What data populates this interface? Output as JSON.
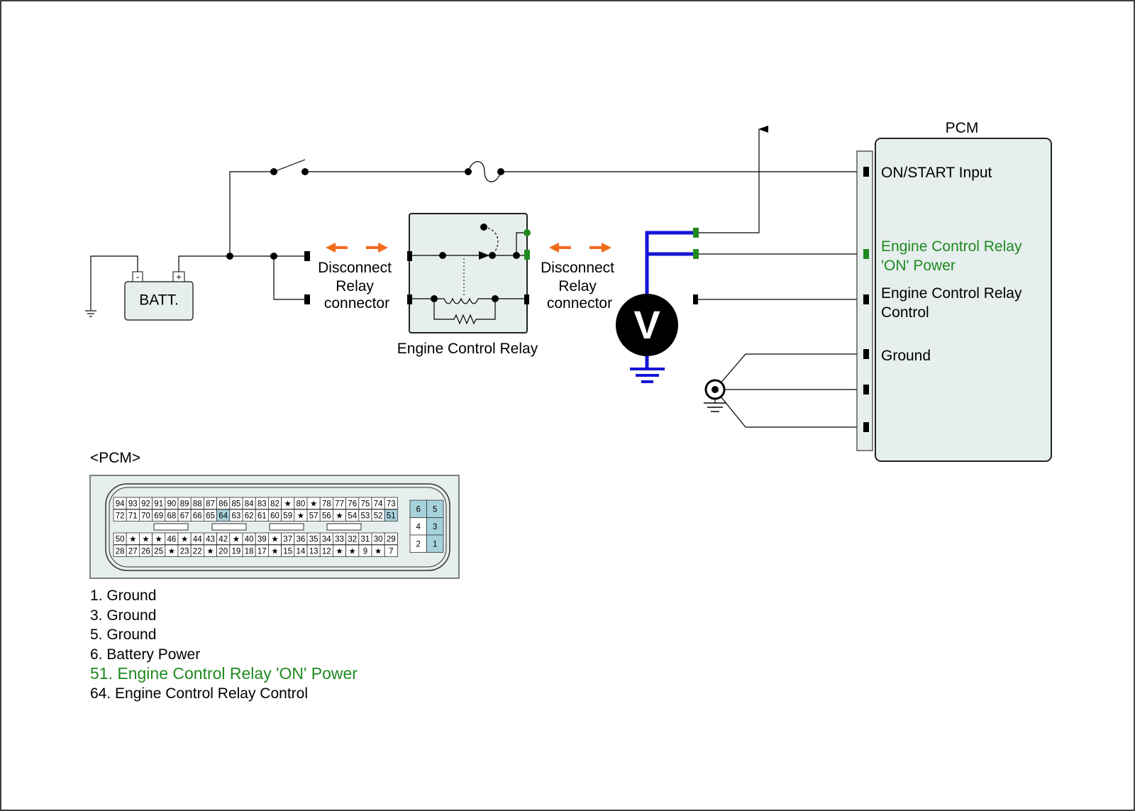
{
  "colors": {
    "highlight_green": "#1f8a1f",
    "probe_blue": "#1414d6",
    "arrow_orange": "#f26a1b",
    "box_fill": "#e6eeee",
    "pin_highlight": "#a6d2dc"
  },
  "battery": {
    "label": "BATT.",
    "neg": "-",
    "pos": "+"
  },
  "left_connector": {
    "label": [
      "Disconnect",
      "Relay",
      "connector"
    ]
  },
  "right_connector": {
    "label": [
      "Disconnect",
      "Relay",
      "connector"
    ]
  },
  "relay": {
    "label": "Engine Control Relay"
  },
  "voltmeter": {
    "label": "V"
  },
  "pcm_module": {
    "title": "PCM",
    "terminals": {
      "on_start": "ON/START Input",
      "relay_on_power": [
        "Engine Control Relay",
        "'ON' Power"
      ],
      "relay_control": [
        "Engine Control Relay",
        "Control"
      ],
      "ground": "Ground"
    }
  },
  "connector_view": {
    "title": "<PCM>",
    "main_rows": [
      [
        "94",
        "93",
        "92",
        "91",
        "90",
        "89",
        "88",
        "87",
        "86",
        "85",
        "84",
        "83",
        "82",
        "★",
        "80",
        "★",
        "78",
        "77",
        "76",
        "75",
        "74",
        "73"
      ],
      [
        "72",
        "71",
        "70",
        "69",
        "68",
        "67",
        "66",
        "65",
        "64",
        "63",
        "62",
        "61",
        "60",
        "59",
        "★",
        "57",
        "56",
        "★",
        "54",
        "53",
        "52",
        "51"
      ],
      [
        "50",
        "★",
        "★",
        "★",
        "46",
        "★",
        "44",
        "43",
        "42",
        "★",
        "40",
        "39",
        "★",
        "37",
        "36",
        "35",
        "34",
        "33",
        "32",
        "31",
        "30",
        "29"
      ],
      [
        "28",
        "27",
        "26",
        "25",
        "★",
        "23",
        "22",
        "★",
        "20",
        "19",
        "18",
        "17",
        "★",
        "15",
        "14",
        "13",
        "12",
        "★",
        "★",
        "9",
        "★",
        "7"
      ]
    ],
    "highlighted_pins": [
      "64",
      "51"
    ],
    "side_block": [
      [
        "6",
        "5"
      ],
      [
        "4",
        "3"
      ],
      [
        "2",
        "1"
      ]
    ],
    "side_highlighted": [
      "6",
      "5",
      "3",
      "1"
    ]
  },
  "legend": [
    {
      "text": "1. Ground",
      "highlight": false
    },
    {
      "text": "3. Ground",
      "highlight": false
    },
    {
      "text": "5. Ground",
      "highlight": false
    },
    {
      "text": "6. Battery Power",
      "highlight": false
    },
    {
      "text": "51. Engine Control Relay 'ON' Power",
      "highlight": true
    },
    {
      "text": "64. Engine Control Relay Control",
      "highlight": false
    }
  ]
}
